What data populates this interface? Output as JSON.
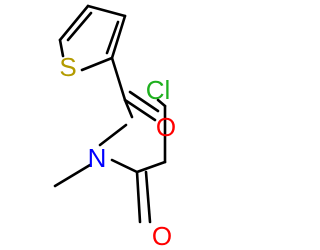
{
  "molecule": {
    "atoms": {
      "sulfur": {
        "label": "S",
        "color": "#b39b00"
      },
      "chlorine": {
        "label": "Cl",
        "color": "#1fb01f"
      },
      "oxygen_ketone": {
        "label": "O",
        "color": "#ff0000"
      },
      "oxygen_amide": {
        "label": "O",
        "color": "#ff0000"
      },
      "nitrogen": {
        "label": "N",
        "color": "#0000ff"
      }
    },
    "bond_color": "#000000"
  }
}
